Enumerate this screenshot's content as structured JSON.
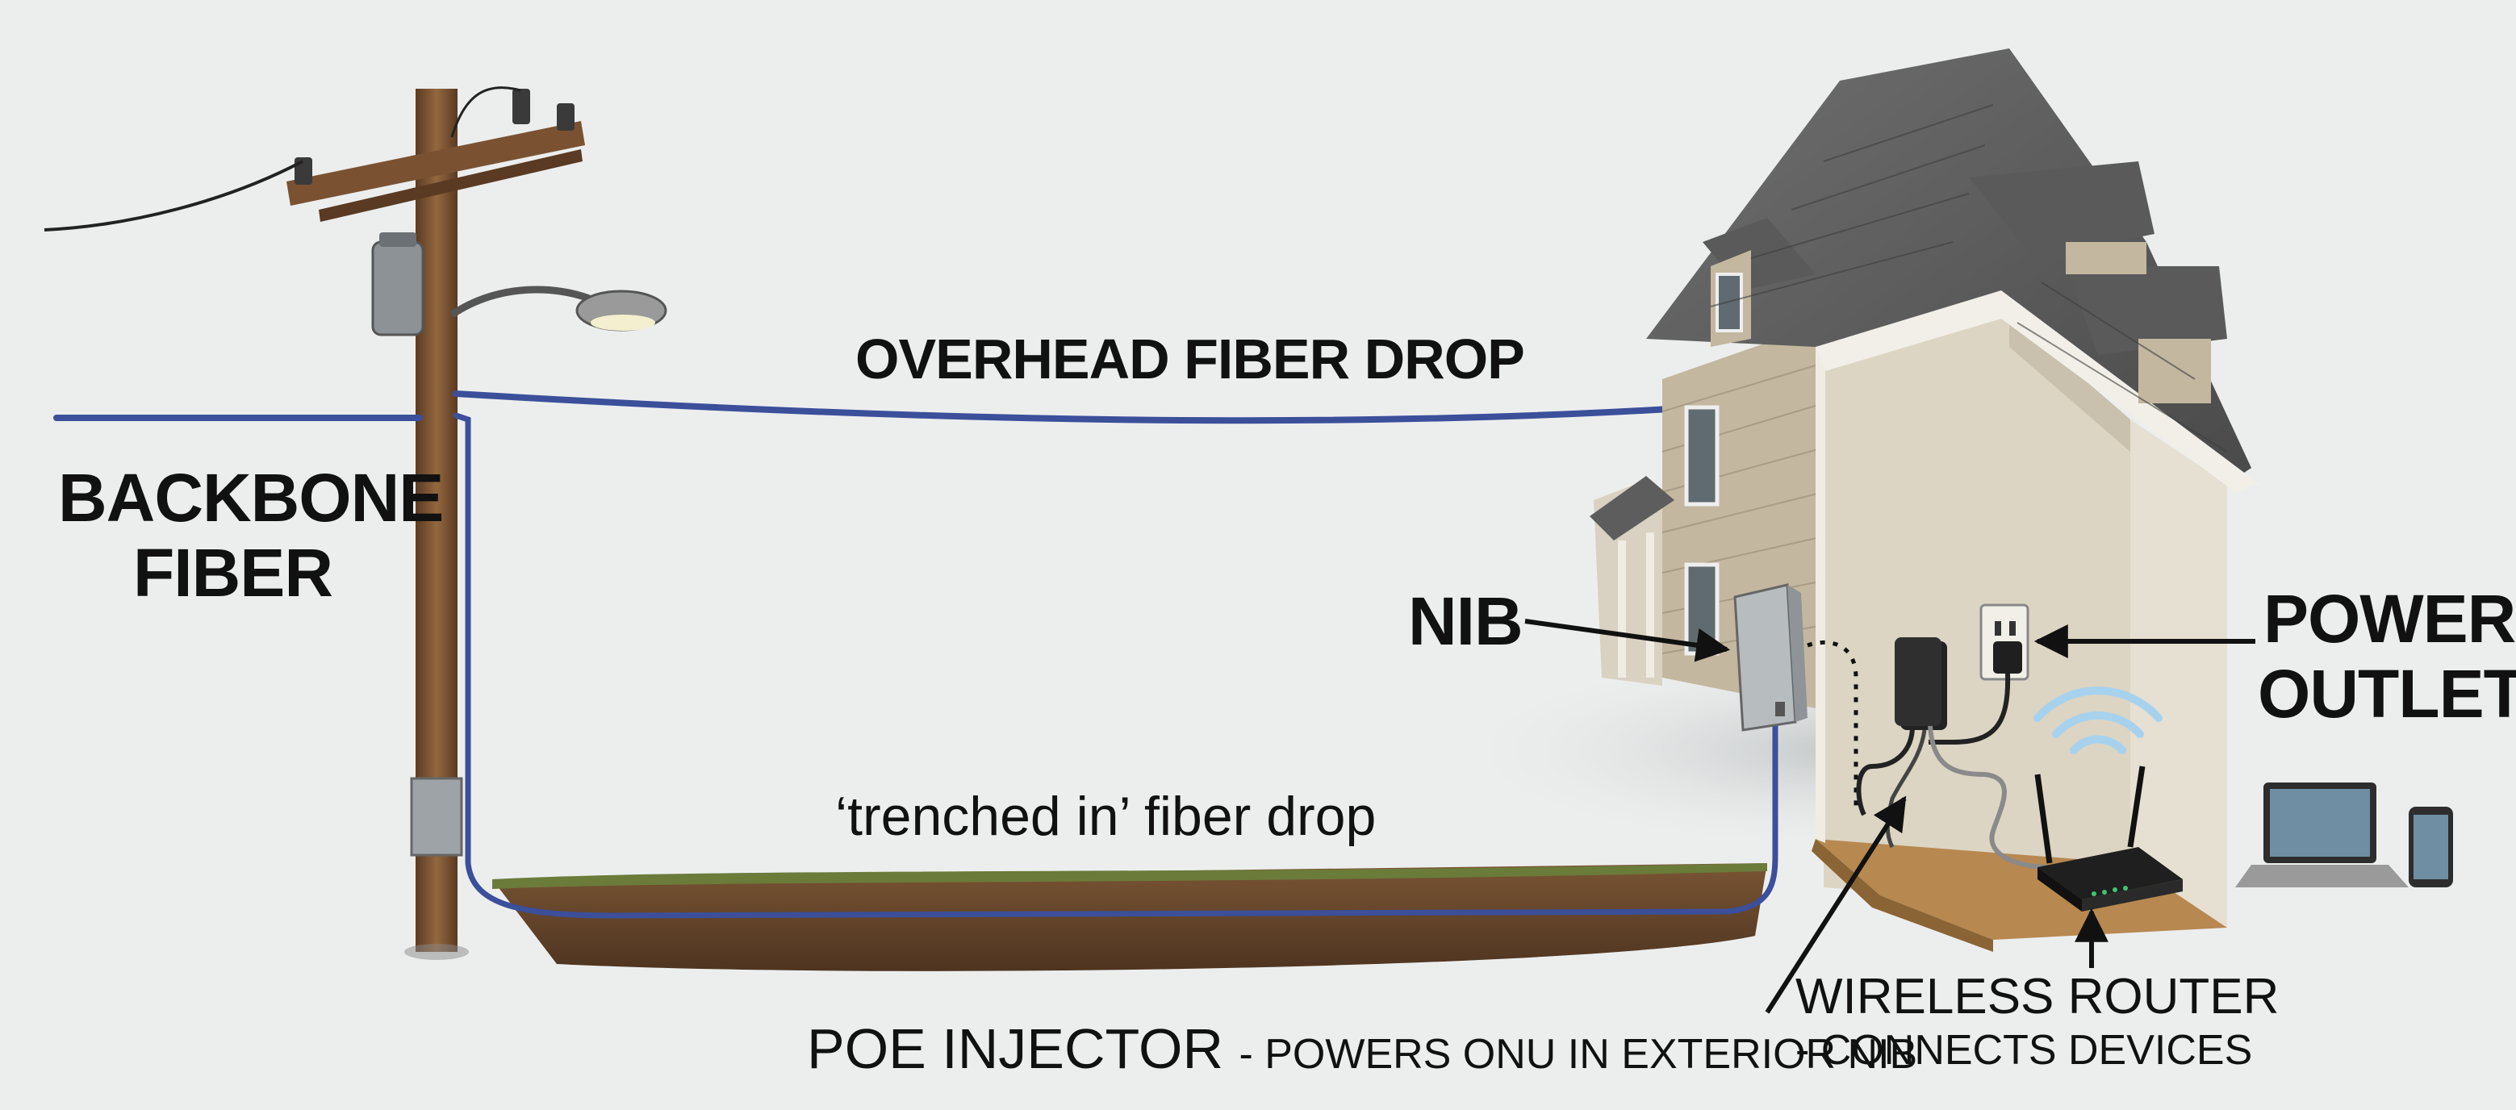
{
  "labels": {
    "backbone_line1": "BACKBONE",
    "backbone_line2": "FIBER",
    "overhead": "OVERHEAD FIBER DROP",
    "trenched": "‘trenched in’ fiber drop",
    "nib": "NIB",
    "power_line1": "POWER",
    "power_line2": "OUTLET",
    "router_line1": "WIRELESS ROUTER",
    "router_line2": "- CONNECTS DEVICES",
    "poe_main": "POE INJECTOR",
    "poe_sub": "- POWERS ONU IN EXTERIOR NIB"
  },
  "colors": {
    "fiber": "#3b4f9a",
    "pole": "#7a5232",
    "roof": "#5d5d5d",
    "siding": "#bfb39a",
    "interior": "#ddd6c4",
    "floor": "#b78850",
    "soil": "#6b4a2e",
    "grass": "#6b7b3a",
    "wifi": "#a7d2ee",
    "background": "#eceeee"
  }
}
